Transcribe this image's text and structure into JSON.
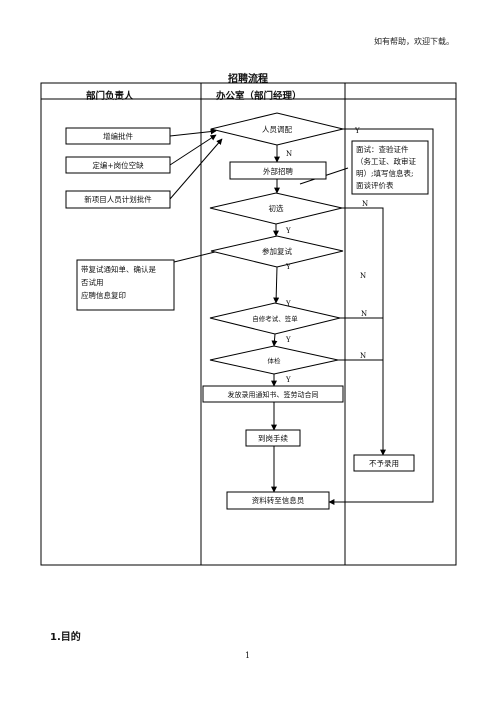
{
  "page": {
    "top_note": "如有帮助，欢迎下载。",
    "title": "招聘流程",
    "columns": [
      "部门负责人",
      "办公室（部门经理）",
      ""
    ],
    "section_heading": "1.目的",
    "page_number": "1"
  },
  "diagram": {
    "left_boxes": [
      "增编批件",
      "定编+岗位空缺",
      "新项目人员计划批件"
    ],
    "note_box": [
      "带复试通知单、确认是",
      "否试用",
      "应聘信息复印"
    ],
    "decisions": {
      "transfer": "人员调配",
      "first_screen": "初选",
      "second_interview": "参加复试",
      "exam_sign": "自修考试、签单",
      "physical": "体检"
    },
    "process": {
      "external": "外部招聘",
      "offer": "发放录用通知书、签劳动合同",
      "onboard": "到岗手续",
      "archive": "资料转至信息员"
    },
    "right_box": [
      "面试：查验证件",
      "（务工证、政审证",
      "明）;填写信息表;",
      "面谈评价表"
    ],
    "reject": "不予录用",
    "flow_labels": {
      "yes": "Y",
      "no": "N"
    }
  }
}
